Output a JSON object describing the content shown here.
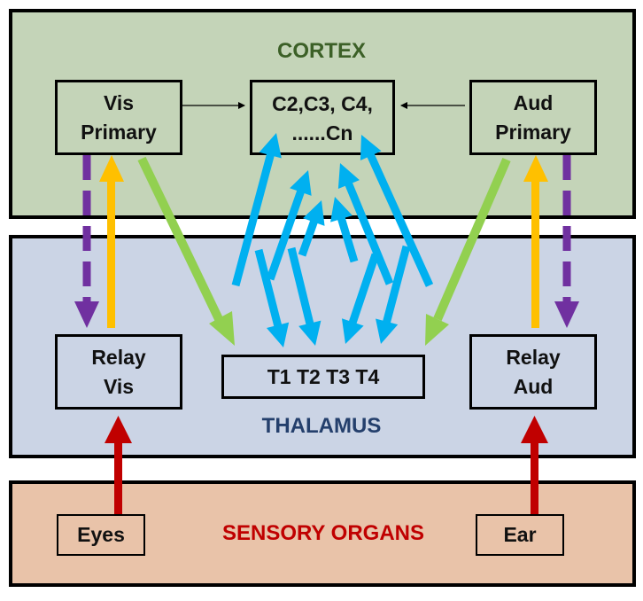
{
  "regions": {
    "cortex": "CORTEX",
    "thalamus": "THALAMUS",
    "sensory": "SENSORY ORGANS"
  },
  "nodes": {
    "vis_primary": [
      "Vis",
      "Primary"
    ],
    "cn": [
      "C2,C3, C4,",
      "......Cn"
    ],
    "aud_primary": [
      "Aud",
      "Primary"
    ],
    "relay_vis": [
      "Relay",
      "Vis"
    ],
    "t_nuclei": "T1 T2 T3 T4",
    "relay_aud": [
      "Relay",
      "Aud"
    ],
    "eyes": "Eyes",
    "ear": "Ear"
  },
  "colors": {
    "cortex_bg": "#c4d4b8",
    "thalamus_bg": "#cbd4e5",
    "sensory_bg": "#e9c3a9",
    "cortex_title": "#3c6027",
    "thalamus_title": "#243f6c",
    "sensory_title": "#c00000",
    "feedforward_sensory": "#c00000",
    "feedforward_relay": "#ffc000",
    "feedback_dashed": "#7030a0",
    "cortico_thalamic": "#92d050",
    "cortico_thalamo_loops": "#00b0f0"
  },
  "connections": [
    {
      "from": "Eyes",
      "to": "Relay Vis",
      "color": "red",
      "style": "solid"
    },
    {
      "from": "Ear",
      "to": "Relay Aud",
      "color": "red",
      "style": "solid"
    },
    {
      "from": "Relay Vis",
      "to": "Vis Primary",
      "color": "orange",
      "style": "solid"
    },
    {
      "from": "Relay Aud",
      "to": "Aud Primary",
      "color": "orange",
      "style": "solid"
    },
    {
      "from": "Vis Primary",
      "to": "Relay Vis",
      "color": "purple",
      "style": "dashed"
    },
    {
      "from": "Aud Primary",
      "to": "Relay Aud",
      "color": "purple",
      "style": "dashed"
    },
    {
      "from": "Vis Primary",
      "to": "T1 T2 T3 T4",
      "color": "green",
      "style": "solid"
    },
    {
      "from": "Aud Primary",
      "to": "T1 T2 T3 T4",
      "color": "green",
      "style": "solid"
    },
    {
      "from": "Vis Primary",
      "to": "C2..Cn",
      "color": "black",
      "style": "thin"
    },
    {
      "from": "Aud Primary",
      "to": "C2..Cn",
      "color": "black",
      "style": "thin"
    },
    {
      "from": "T1 T2 T3 T4",
      "to": "C2..Cn",
      "color": "blue",
      "style": "solid",
      "bidirectional_loops": true
    }
  ]
}
